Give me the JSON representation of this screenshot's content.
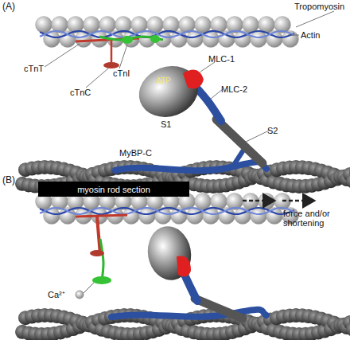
{
  "diagram": {
    "nodes": [
      {
        "text": [
          "myosin rod section"
        ]
      }
    ],
    "labels": [
      "(A)",
      "Tropomyosin",
      "Actin",
      "cTnT",
      "cTnC",
      "cTnI",
      "ATP",
      "MLC-1",
      "MLC-2",
      "S1",
      "S2",
      "MyBP-C",
      "(B)",
      "Ca²⁺",
      "force and/or shortening"
    ]
  }
}
